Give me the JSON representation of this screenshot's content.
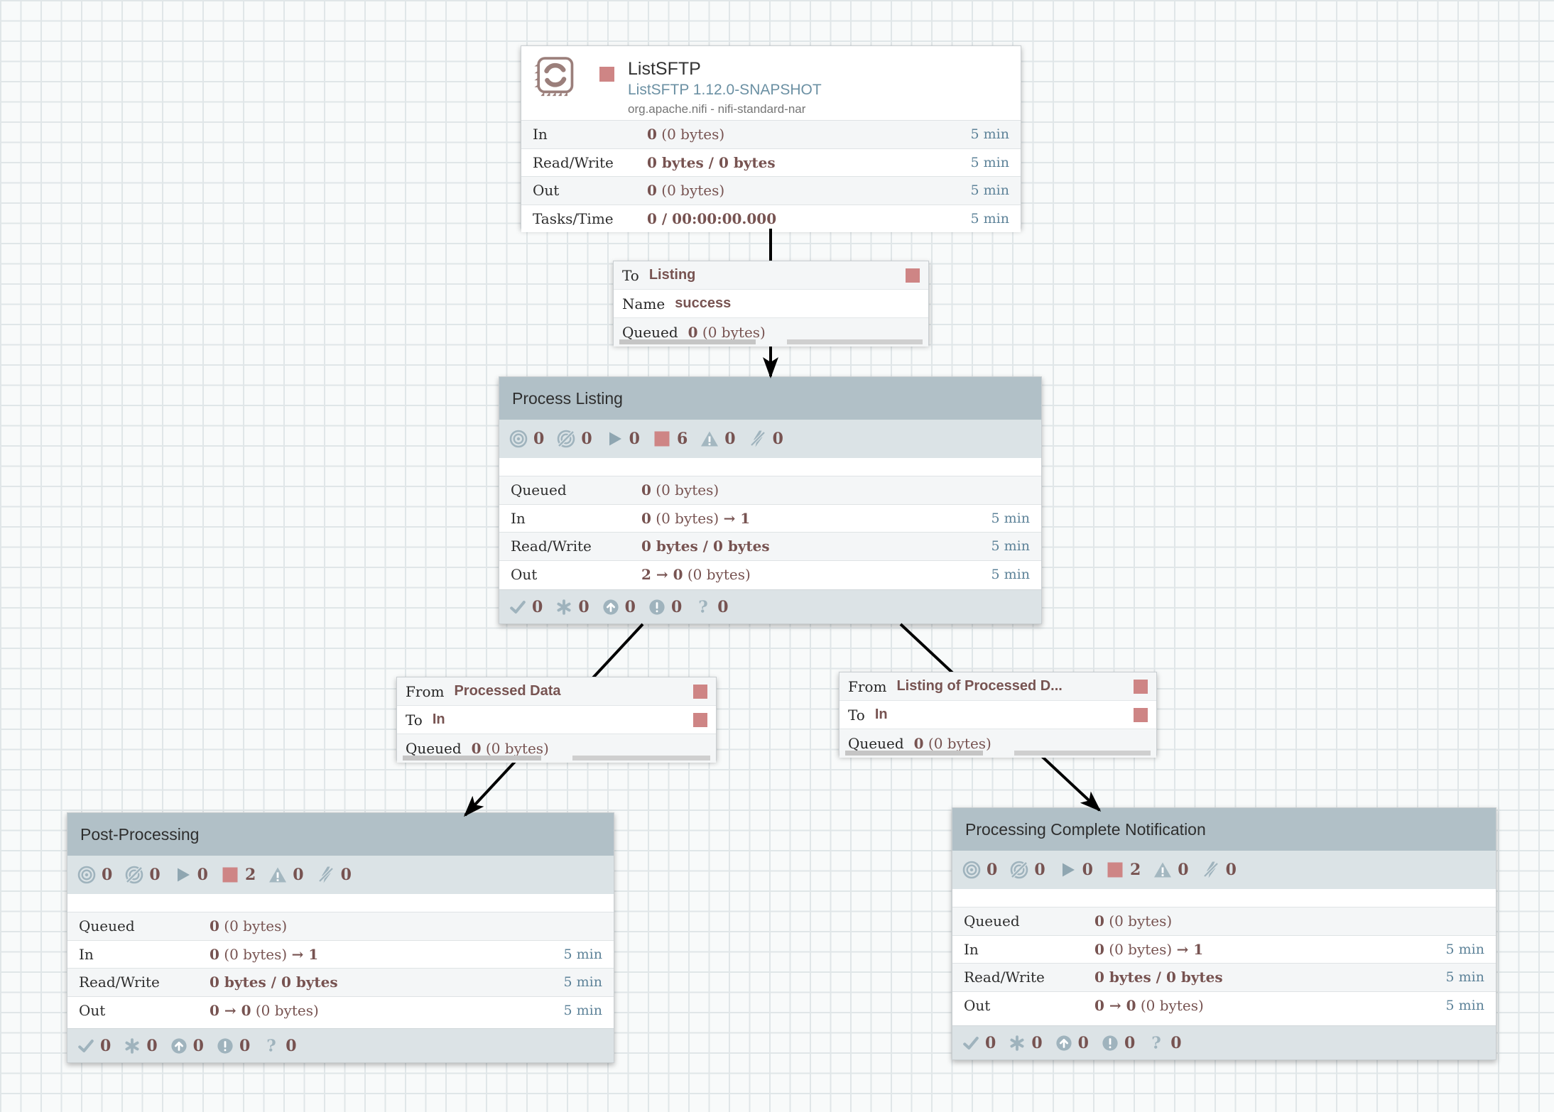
{
  "colors": {
    "stopped_red": "#ce8585",
    "stat_value_maroon": "#775351",
    "type_link_blue": "#6b90a3",
    "time_blue": "#5e8399",
    "group_header_gray": "#b1c0c7",
    "status_icon_gray": "#9fb3bd",
    "connection_black": "#000000"
  },
  "processor": {
    "name": "ListSFTP",
    "type": "ListSFTP 1.12.0-SNAPSHOT",
    "bundle": "org.apache.nifi - nifi-standard-nar",
    "rows": [
      {
        "label": "In",
        "v1": "0",
        "v2": " (0 bytes)",
        "v3": "",
        "time": "5 min"
      },
      {
        "label": "Read/Write",
        "v1": "0 bytes / 0 bytes",
        "v2": "",
        "v3": "",
        "time": "5 min"
      },
      {
        "label": "Out",
        "v1": "0",
        "v2": " (0 bytes)",
        "v3": "",
        "time": "5 min"
      },
      {
        "label": "Tasks/Time",
        "v1": "0 / 00:00:00.000",
        "v2": "",
        "v3": "",
        "time": "5 min"
      }
    ]
  },
  "connections": [
    {
      "rows": [
        {
          "label": "To",
          "value": "Listing"
        },
        {
          "label": "Name",
          "value": "success"
        }
      ],
      "queued": {
        "label": "Queued",
        "v1": "0",
        "v2": " (0 bytes)"
      }
    },
    {
      "rows": [
        {
          "label": "From",
          "value": "Processed Data"
        },
        {
          "label": "To",
          "value": "In"
        }
      ],
      "queued": {
        "label": "Queued",
        "v1": "0",
        "v2": " (0 bytes)"
      }
    },
    {
      "rows": [
        {
          "label": "From",
          "value": "Listing of Processed D..."
        },
        {
          "label": "To",
          "value": "In"
        }
      ],
      "queued": {
        "label": "Queued",
        "v1": "0",
        "v2": " (0 bytes)"
      }
    }
  ],
  "groups": [
    {
      "name": "Process Listing",
      "status": {
        "transmitting": "0",
        "not_transmitting": "0",
        "running": "0",
        "stopped": "6",
        "invalid": "0",
        "disabled": "0"
      },
      "rows": [
        {
          "label": "Queued",
          "v1": "0",
          "v2": " (0 bytes)",
          "v3": "",
          "time": ""
        },
        {
          "label": "In",
          "v1": "0",
          "v2": " (0 bytes) ",
          "v3": "→ 1",
          "time": "5 min"
        },
        {
          "label": "Read/Write",
          "v1": "0 bytes / 0 bytes",
          "v2": "",
          "v3": "",
          "time": "5 min"
        },
        {
          "label": "Out",
          "v1": "2 → 0",
          "v2": " (0 bytes)",
          "v3": "",
          "time": "5 min"
        }
      ],
      "versioned": {
        "up_to_date": "0",
        "locally_modified": "0",
        "stale": "0",
        "locally_modified_stale": "0",
        "sync_failure": "0"
      }
    },
    {
      "name": "Post-Processing",
      "status": {
        "transmitting": "0",
        "not_transmitting": "0",
        "running": "0",
        "stopped": "2",
        "invalid": "0",
        "disabled": "0"
      },
      "rows": [
        {
          "label": "Queued",
          "v1": "0",
          "v2": " (0 bytes)",
          "v3": "",
          "time": ""
        },
        {
          "label": "In",
          "v1": "0",
          "v2": " (0 bytes) ",
          "v3": "→ 1",
          "time": "5 min"
        },
        {
          "label": "Read/Write",
          "v1": "0 bytes / 0 bytes",
          "v2": "",
          "v3": "",
          "time": "5 min"
        },
        {
          "label": "Out",
          "v1": "0 → 0",
          "v2": " (0 bytes)",
          "v3": "",
          "time": "5 min"
        }
      ],
      "versioned": {
        "up_to_date": "0",
        "locally_modified": "0",
        "stale": "0",
        "locally_modified_stale": "0",
        "sync_failure": "0"
      }
    },
    {
      "name": "Processing Complete Notification",
      "status": {
        "transmitting": "0",
        "not_transmitting": "0",
        "running": "0",
        "stopped": "2",
        "invalid": "0",
        "disabled": "0"
      },
      "rows": [
        {
          "label": "Queued",
          "v1": "0",
          "v2": " (0 bytes)",
          "v3": "",
          "time": ""
        },
        {
          "label": "In",
          "v1": "0",
          "v2": " (0 bytes) ",
          "v3": "→ 1",
          "time": "5 min"
        },
        {
          "label": "Read/Write",
          "v1": "0 bytes / 0 bytes",
          "v2": "",
          "v3": "",
          "time": "5 min"
        },
        {
          "label": "Out",
          "v1": "0 → 0",
          "v2": " (0 bytes)",
          "v3": "",
          "time": "5 min"
        }
      ],
      "versioned": {
        "up_to_date": "0",
        "locally_modified": "0",
        "stale": "0",
        "locally_modified_stale": "0",
        "sync_failure": "0"
      }
    }
  ]
}
